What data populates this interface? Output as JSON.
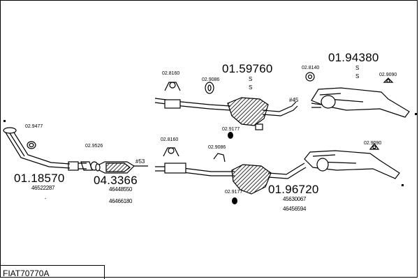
{
  "article": "FIAT70770A",
  "parts": {
    "p_01_18570": "01.18570",
    "p_04_3366": "04.3366",
    "p_01_59760": "01.59760",
    "p_01_94380": "01.94380",
    "p_01_96720": "01.96720"
  },
  "oem": {
    "o1": "46522287",
    "o2a": "46448550",
    "o2b": "46466180",
    "o3a": "45630067",
    "o3b": "46456594"
  },
  "accessories": {
    "a_2_9477": "02.9477",
    "a_2_9526": "02.9526",
    "a_2_8160_top": "02.8160",
    "a_2_9086_top": "02.9086",
    "a_2_9177_top": "02.9177",
    "a_2_8140": "02.8140",
    "a_2_9090_top": "02.9090",
    "a_2_8160_bot": "02.8160",
    "a_2_9086_bot": "02.9086",
    "a_2_9177_bot": "02.9177",
    "a_2_9090_bot": "02.9090"
  },
  "markers": {
    "s": "S",
    "len45": "#45",
    "len53": "#53",
    "dot": "-"
  }
}
